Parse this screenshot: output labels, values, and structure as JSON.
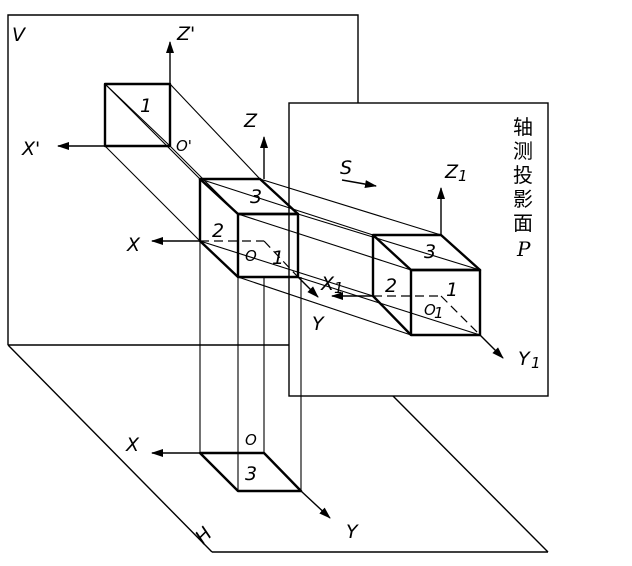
{
  "planes": {
    "v": "V",
    "h": "H",
    "p_caption": [
      "轴",
      "测",
      "投",
      "影",
      "面"
    ],
    "p": "P"
  },
  "axes": {
    "x_prime": "X'",
    "z_prime": "Z'",
    "o_prime": "O'",
    "x": "X",
    "y": "Y",
    "z": "Z",
    "o": "O",
    "x1": "X",
    "y1": "Y",
    "z1": "Z",
    "o1": "O",
    "sub1": "1"
  },
  "points": {
    "p1": "1",
    "p2": "2",
    "p3": "3"
  },
  "direction": {
    "s": "S"
  }
}
